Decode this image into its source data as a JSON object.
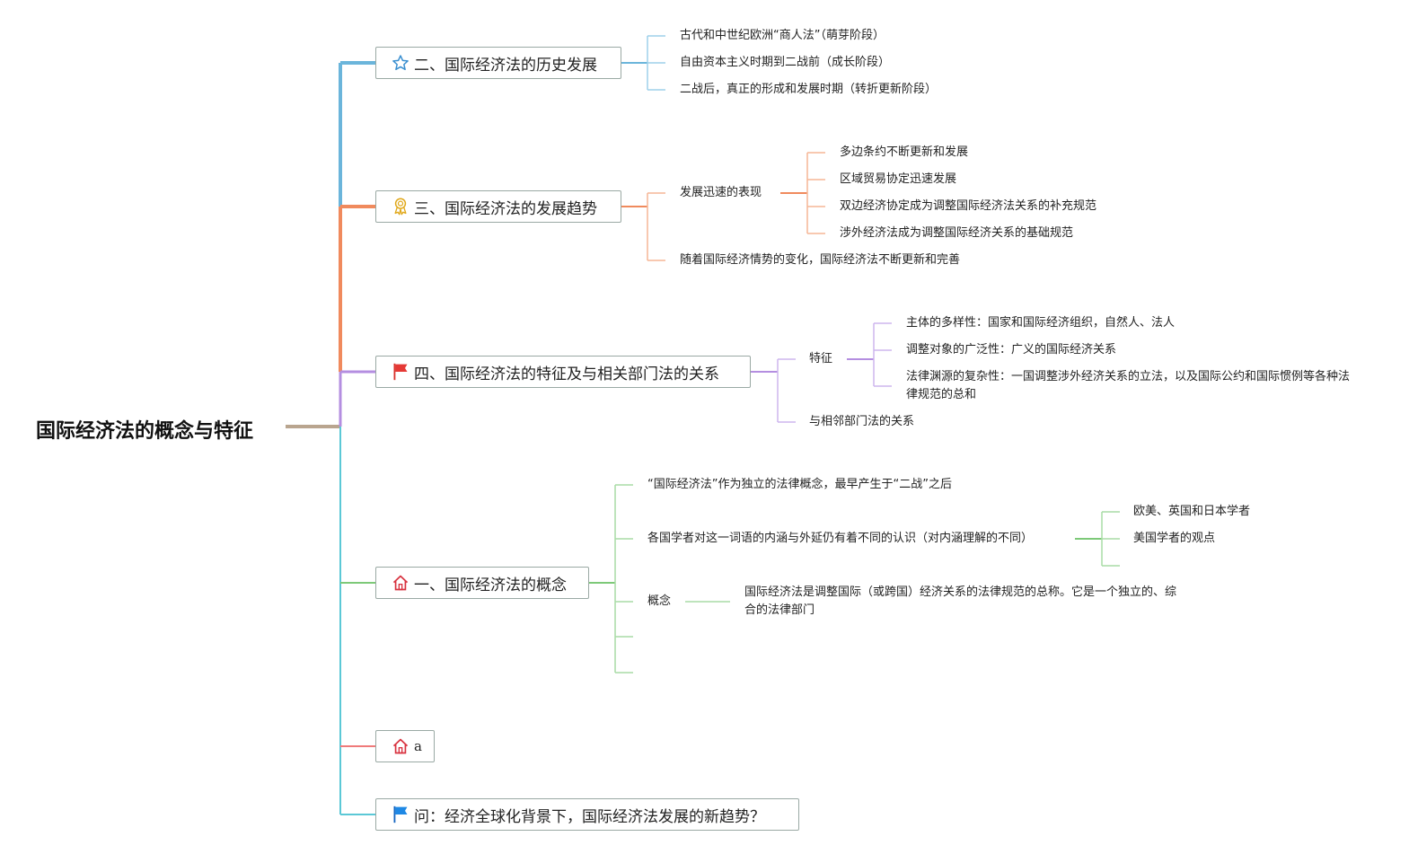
{
  "root": {
    "title": "国际经济法的概念与特征"
  },
  "colors": {
    "history": "#6bb5db",
    "trend": "#f08a5d",
    "feature": "#b48ee0",
    "concept": "#7dc978",
    "a": "#ef7a7a",
    "question": "#5bc8d6",
    "trunk_bottom": "#5bc8d6"
  },
  "icons": {
    "history": "star-icon",
    "trend": "ribbon-icon",
    "feature": "flag-red-icon",
    "concept": "house-icon",
    "a": "house-icon",
    "question": "flag-blue-icon"
  },
  "topics": {
    "history": {
      "label": "二、国际经济法的历史发展",
      "children": [
        "古代和中世纪欧洲“商人法”（萌芽阶段）",
        "自由资本主义时期到二战前（成长阶段）",
        "二战后，真正的形成和发展时期（转折更新阶段）"
      ]
    },
    "trend": {
      "label": "三、国际经济法的发展趋势",
      "sub_label": "发展迅速的表现",
      "sub_children": [
        "多边条约不断更新和发展",
        "区域贸易协定迅速发展",
        "双边经济协定成为调整国际经济法关系的补充规范",
        "涉外经济法成为调整国际经济关系的基础规范"
      ],
      "child2": "随着国际经济情势的变化，国际经济法不断更新和完善"
    },
    "feature": {
      "label": "四、国际经济法的特征及与相关部门法的关系",
      "sub_label": "特征",
      "sub_children": [
        "主体的多样性：国家和国际经济组织，自然人、法人",
        "调整对象的广泛性：广义的国际经济关系",
        "法律渊源的复杂性：一国调整涉外经济关系的立法，以及国际公约和国际惯例等各种法律规范的总和"
      ],
      "child2": "与相邻部门法的关系"
    },
    "concept": {
      "label": "一、国际经济法的概念",
      "child1": "“国际经济法”作为独立的法律概念，最早产生于“二战”之后",
      "child2": "各国学者对这一词语的内涵与外延仍有着不同的认识（对内涵理解的不同）",
      "child2_children": [
        "欧美、英国和日本学者",
        "美国学者的观点"
      ],
      "child3": "概念",
      "child3_detail": "国际经济法是调整国际（或跨国）经济关系的法律规范的总称。它是一个独立的、综合的法律部门"
    },
    "a": {
      "label": "a"
    },
    "question": {
      "label": "问：经济全球化背景下，国际经济法发展的新趋势？"
    }
  }
}
